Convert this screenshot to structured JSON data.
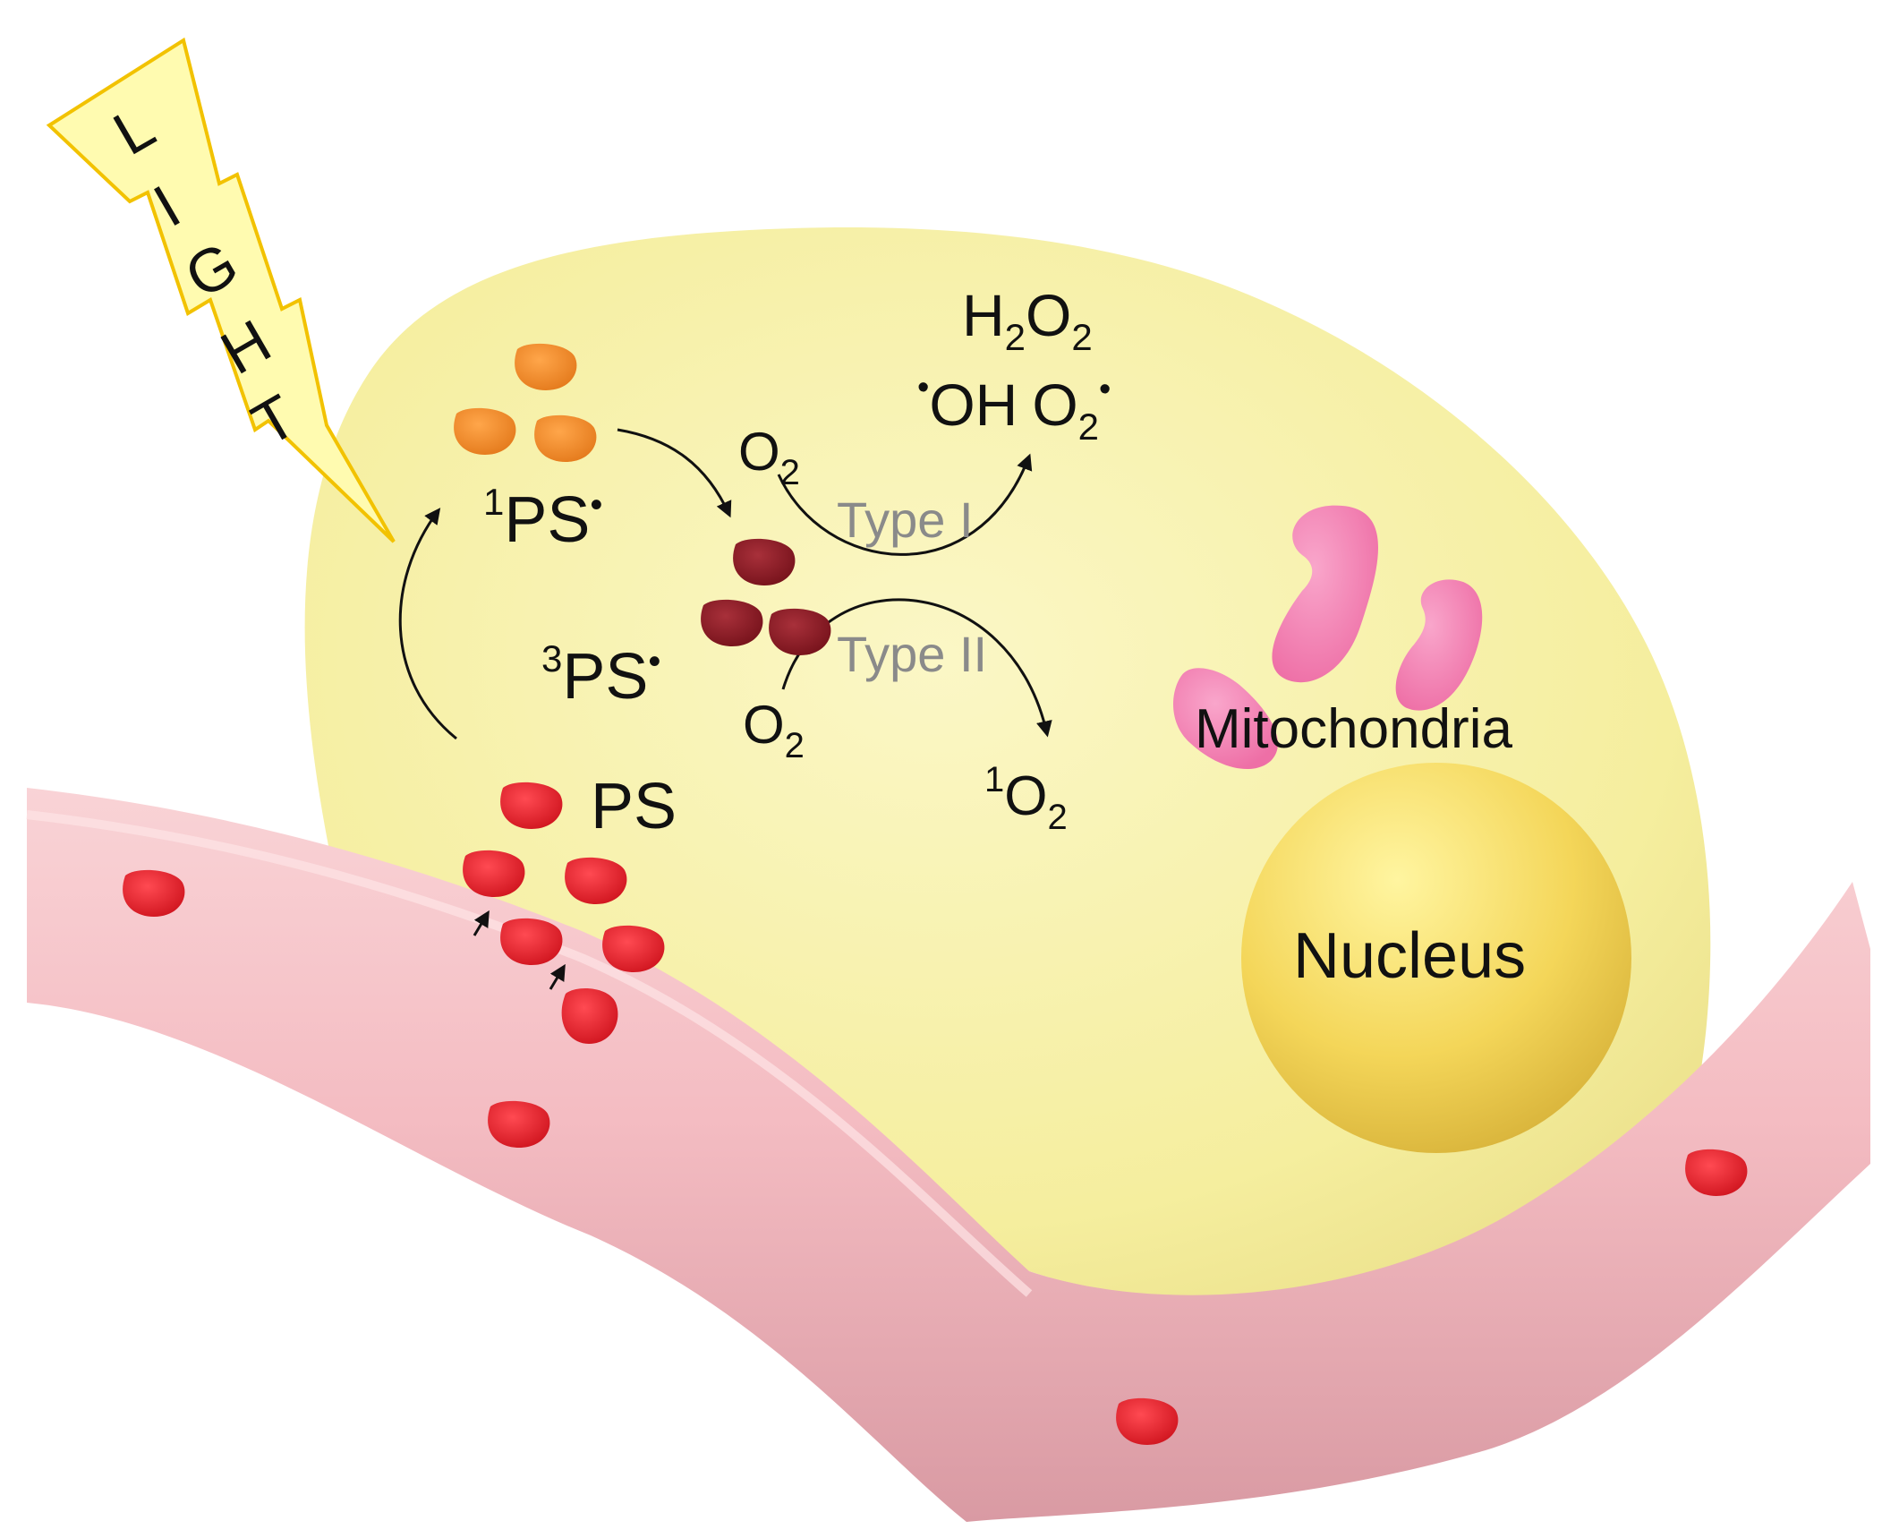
{
  "light": {
    "letters": [
      "L",
      "I",
      "G",
      "H",
      "T"
    ],
    "bolt_fill": "#fffbb0",
    "bolt_stroke": "#f2c200"
  },
  "labels": {
    "singlet_ps": {
      "sup": "1",
      "main": "PS",
      "dot": "•"
    },
    "triplet_ps": {
      "sup": "3",
      "main": "PS",
      "dot": "•"
    },
    "ps": "PS",
    "o2_top": {
      "main": "O",
      "sub": "2"
    },
    "o2_bottom": {
      "main": "O",
      "sub": "2"
    },
    "h2o2": {
      "a": "H",
      "s1": "2",
      "b": "O",
      "s2": "2"
    },
    "radicals": {
      "dot1": "•",
      "oh": "OH",
      "o": "O",
      "sub": "2",
      "dot2": "•"
    },
    "singlet_o2": {
      "sup": "1",
      "main": "O",
      "sub": "2"
    },
    "type1": "Type I",
    "type2": "Type II",
    "mitochondria": "Mitochondria",
    "nucleus": "Nucleus"
  },
  "colors": {
    "cell": "#f6f0a8",
    "vessel": "#f4bfc4",
    "ps_red": "#e8222e",
    "ps_singlet_orange": "#f08a2a",
    "ps_triplet_darkred": "#8e1b25",
    "mitochondria_pink": "#f27fb0",
    "nucleus": "#f3d85e"
  }
}
